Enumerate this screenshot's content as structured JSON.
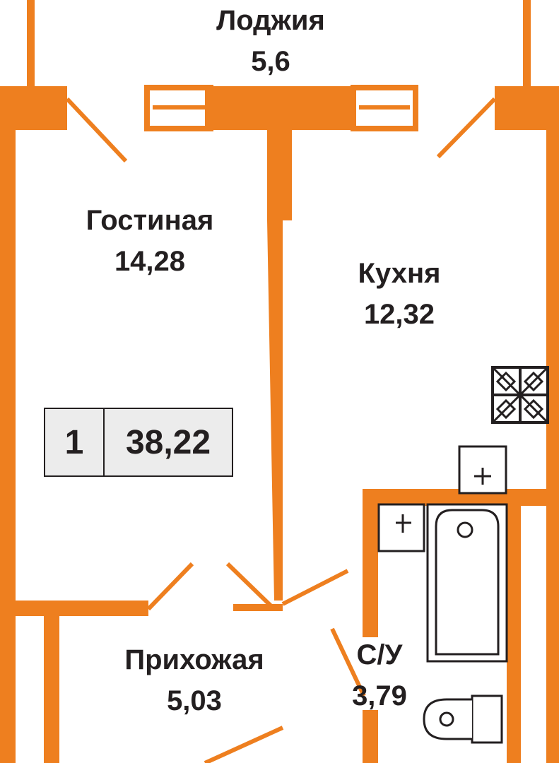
{
  "colors": {
    "wall": "#ee7f1f",
    "line": "#231f20",
    "badge_bg": "#ececec",
    "background": "#ffffff"
  },
  "rooms": {
    "loggia": {
      "name": "Лоджия",
      "area": "5,6"
    },
    "living": {
      "name": "Гостиная",
      "area": "14,28"
    },
    "kitchen": {
      "name": "Кухня",
      "area": "12,32"
    },
    "hall": {
      "name": "Прихожая",
      "area": "5,03"
    },
    "bathroom": {
      "name": "С/У",
      "area": "3,79"
    }
  },
  "summary": {
    "room_count": "1",
    "total_area": "38,22"
  },
  "fixtures": [
    "stove-icon",
    "sink-icon",
    "washbasin-icon",
    "bathtub-icon",
    "toilet-icon"
  ]
}
